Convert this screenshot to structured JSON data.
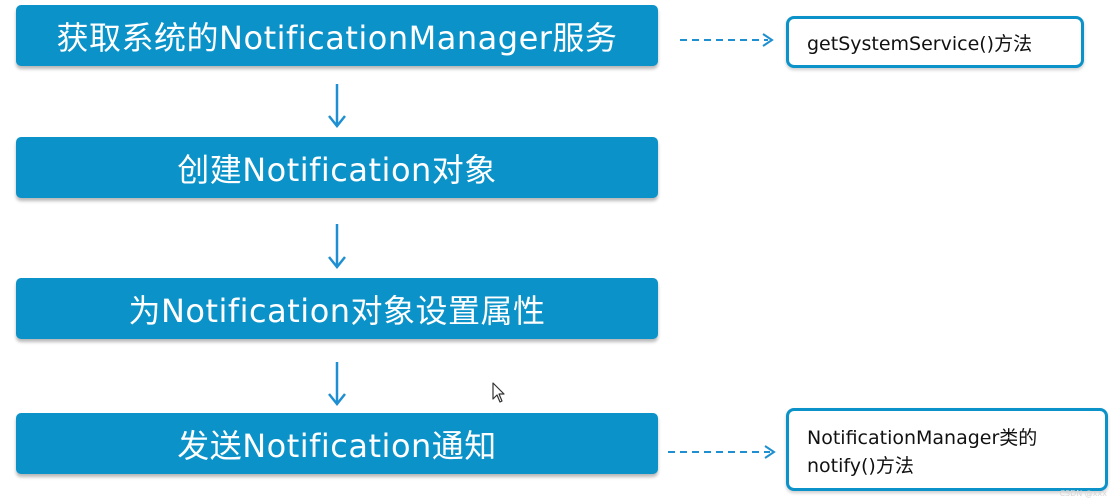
{
  "diagram": {
    "steps": [
      {
        "label": "获取系统的NotificationManager服务"
      },
      {
        "label": "创建Notification对象"
      },
      {
        "label": "为Notification对象设置属性"
      },
      {
        "label": "发送Notification通知"
      }
    ],
    "notes": [
      {
        "text": "getSystemService()方法"
      },
      {
        "line1": "NotificationManager类的",
        "line2": "notify()方法"
      }
    ],
    "watermark": "CSDN @xxx",
    "colors": {
      "step_fill": "#0b93c9",
      "note_border": "#0b93c9",
      "arrow": "#1e8fd0",
      "text_on_step": "#ffffff"
    }
  }
}
